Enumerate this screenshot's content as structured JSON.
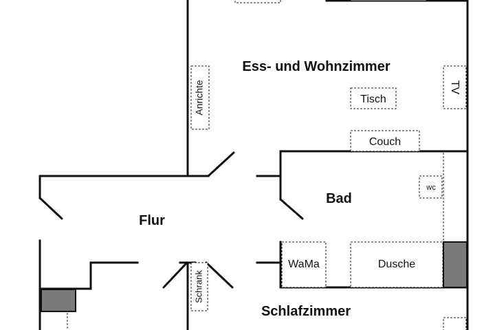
{
  "rooms": {
    "living": "Ess- und Wohnzimmer",
    "bath": "Bad",
    "hall": "Flur",
    "bedroom": "Schlafzimmer"
  },
  "furniture": {
    "sideboard": "Anrichte",
    "tv": "TV",
    "table": "Tisch",
    "couch": "Couch",
    "wc": "wc",
    "washer": "WaMa",
    "shower": "Dusche",
    "wardrobe": "Schrank"
  }
}
